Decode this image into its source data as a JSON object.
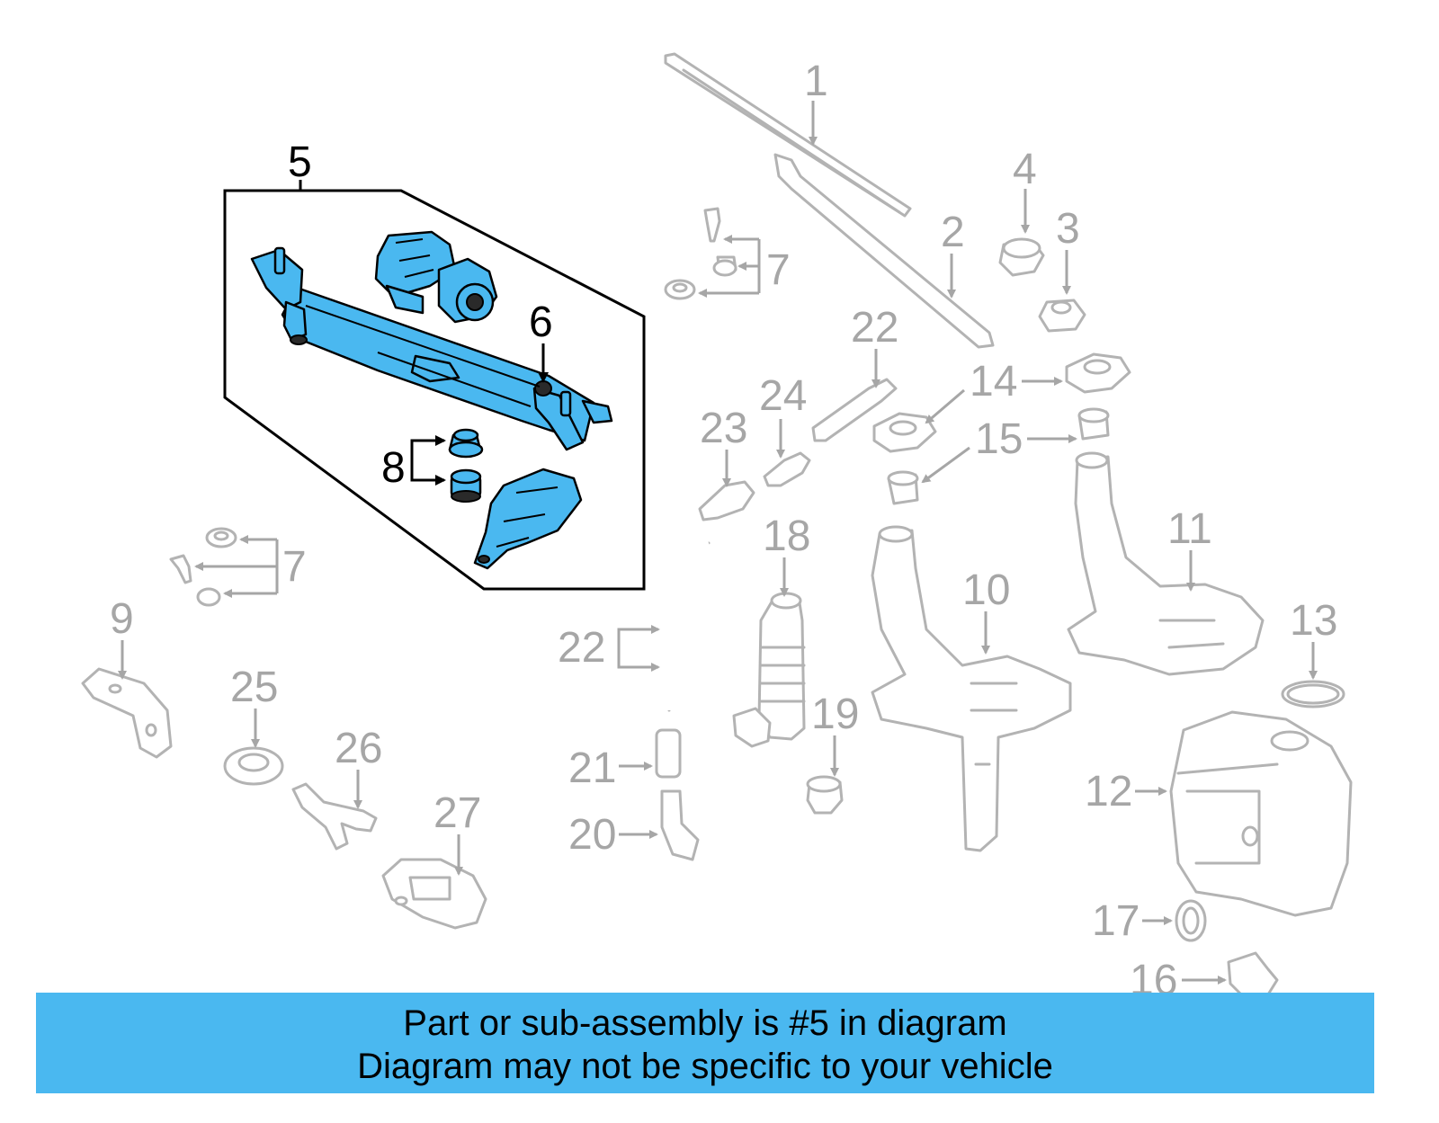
{
  "highlight_color": "#4ab8f0",
  "callouts": {
    "c1": "1",
    "c2": "2",
    "c3": "3",
    "c4": "4",
    "c5": "5",
    "c6": "6",
    "c7a": "7",
    "c7b": "7",
    "c8": "8",
    "c9": "9",
    "c10": "10",
    "c11": "11",
    "c12": "12",
    "c13": "13",
    "c14": "14",
    "c15": "15",
    "c16": "16",
    "c17": "17",
    "c18": "18",
    "c19": "19",
    "c20": "20",
    "c21": "21",
    "c22a": "22",
    "c22b": "22",
    "c23": "23",
    "c24": "24",
    "c25": "25",
    "c26": "26",
    "c27": "27"
  },
  "banner": {
    "line1": "Part or sub-assembly is #5 in diagram",
    "line2": "Diagram may not be specific to your vehicle"
  }
}
